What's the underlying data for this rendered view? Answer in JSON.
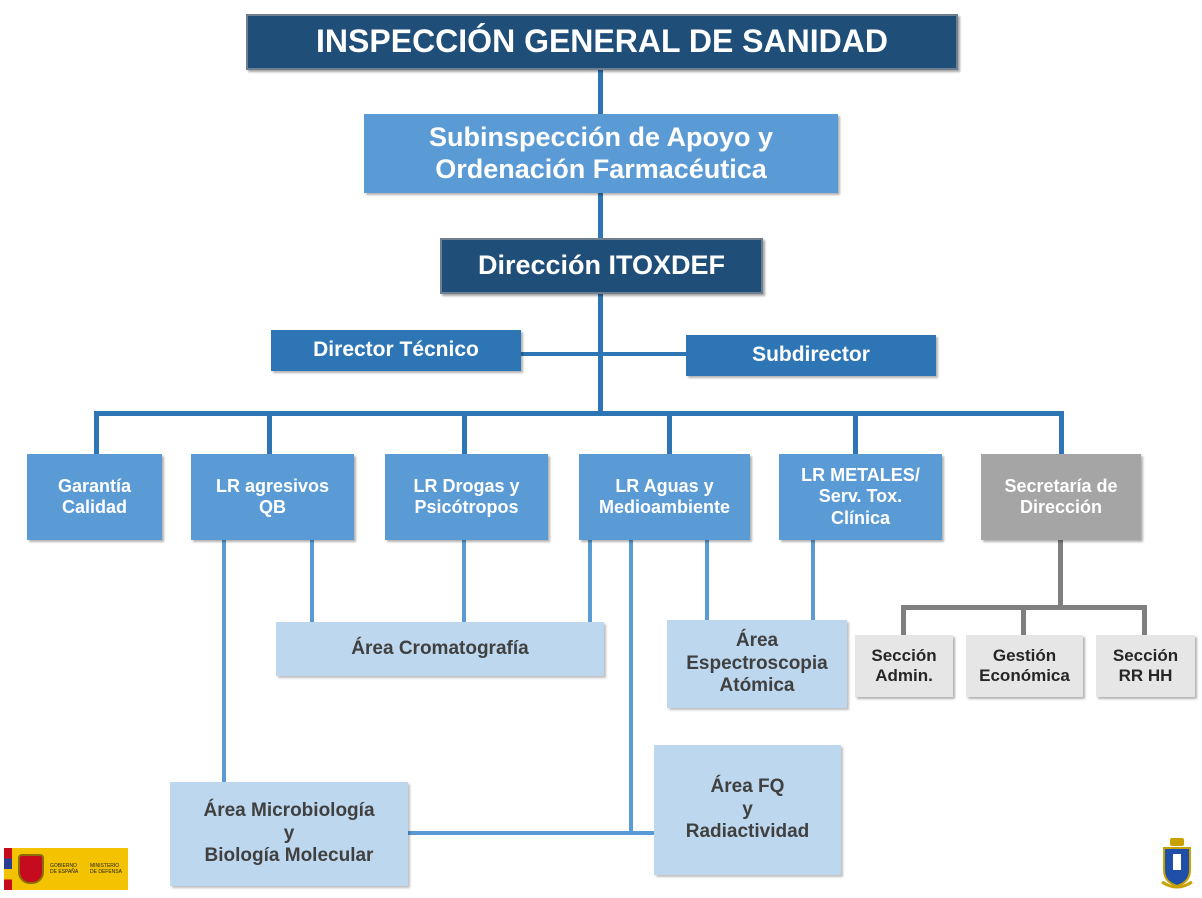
{
  "top": {
    "title": "INSPECCIÓN GENERAL DE SANIDAD"
  },
  "sub": {
    "title": "Subinspección de Apoyo y\nOrdenación Farmacéutica"
  },
  "direccion": {
    "title": "Dirección ITOXDEF"
  },
  "director_tecnico": {
    "title": "Director Técnico"
  },
  "subdirector": {
    "title": "Subdirector"
  },
  "units": {
    "garantia": "Garantía\nCalidad",
    "agresivos": "LR agresivos\nQB",
    "drogas": "LR Drogas y\nPsicótropos",
    "aguas": "LR Aguas y\nMedioambiente",
    "metales": "LR METALES/\nServ. Tox.\nClínica",
    "secretaria": "Secretaría de\nDirección"
  },
  "areas": {
    "cromatografia": "Área Cromatografía",
    "espectroscopia": "Área\nEspectroscopia\nAtómica",
    "microbiologia": "Área Microbiología\ny\nBiología Molecular",
    "fq": "Área FQ\ny\nRadiactividad"
  },
  "secciones": {
    "admin": "Sección\nAdmin.",
    "gestion": "Gestión\nEconómica",
    "rrhh": "Sección\nRR HH"
  },
  "logo_left": {
    "gov": "GOBIERNO\nDE ESPAÑA",
    "min": "MINISTERIO\nDE DEFENSA"
  },
  "colors": {
    "dark": "#1f4e79",
    "mid": "#5b9bd5",
    "blue": "#2e75b6",
    "area": "#bdd7ee",
    "grey": "#a5a5a5",
    "section": "#e7e6e6"
  }
}
